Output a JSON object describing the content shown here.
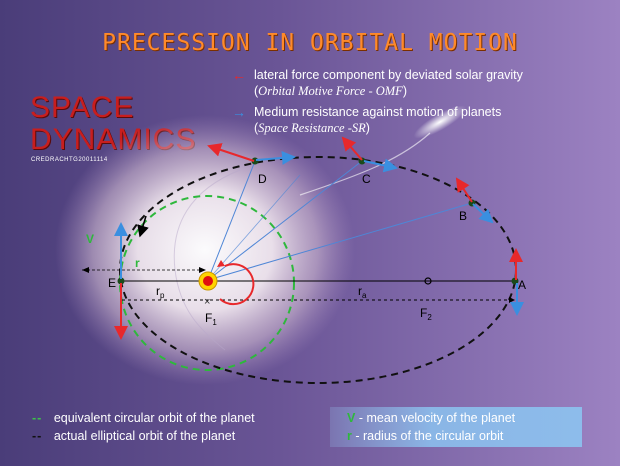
{
  "title": "PRECESSION IN ORBITAL MOTION",
  "logo": {
    "line1": "SPACE",
    "line2": "DYNAMICS",
    "credit": "CREDRACHTG20011114"
  },
  "legend_top": {
    "omf_line1": "lateral force component by deviated solar gravity",
    "omf_line2_prefix": "(",
    "omf_line2": "Orbital Motive Force - OMF",
    "omf_line2_suffix": ")",
    "sr_line1": "Medium resistance against motion of planets",
    "sr_line2_prefix": "(",
    "sr_line2": "Space Resistance -SR",
    "sr_line2_suffix": ")",
    "omf_color": "#e8282b",
    "sr_color": "#3a8fe0"
  },
  "diagram": {
    "points": {
      "A": "A",
      "B": "B",
      "C": "C",
      "D": "D",
      "E": "E"
    },
    "foci": {
      "f1": "F",
      "f1_sub": "1",
      "f2": "F",
      "f2_sub": "2"
    },
    "rp": "r",
    "rp_sub": "p",
    "ra": "r",
    "ra_sub": "a",
    "v_label": "V",
    "r_label": "r",
    "circle_color": "#2eb83c",
    "ellipse_color": "#111111",
    "sun_color": "#ffd400",
    "sun_core": "#e01010"
  },
  "legend_bottom": {
    "green_dash": "--",
    "green_text": "equivalent circular orbit of the planet",
    "black_dash": "--",
    "black_text": "actual elliptical orbit of the planet",
    "v_symbol": "V",
    "v_text": " - mean velocity of the planet",
    "r_symbol": "r",
    "r_text": " - radius of the circular orbit"
  }
}
